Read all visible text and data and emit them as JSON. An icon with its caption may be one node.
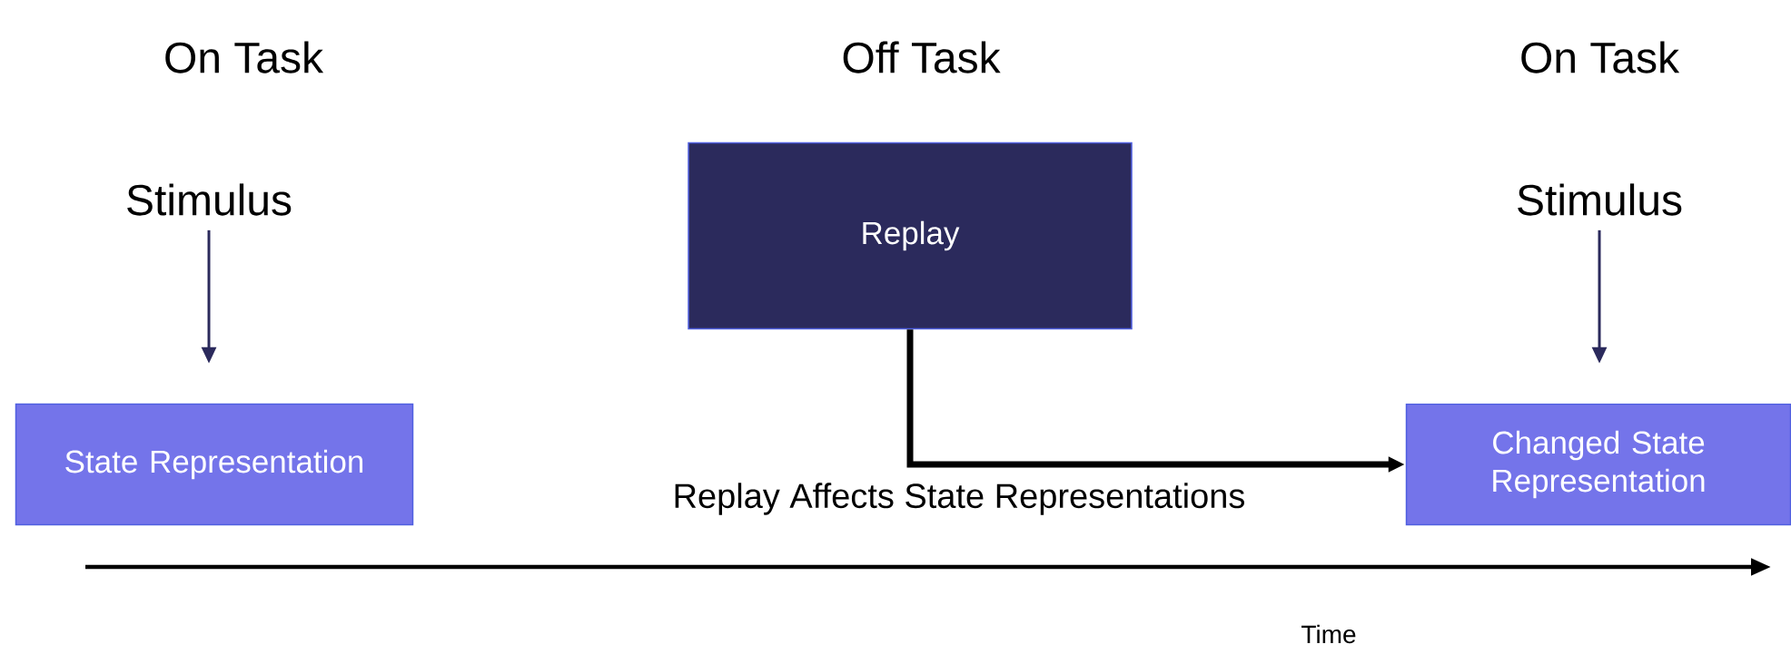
{
  "diagram": {
    "nodes": [
      {
        "text": [
          "Stimulus"
        ]
      },
      {
        "text": [
          "State Representation"
        ]
      },
      {
        "text": [
          "Replay"
        ]
      },
      {
        "text": [
          "Stimulus"
        ]
      },
      {
        "text": [
          "Changed State Representation"
        ]
      }
    ],
    "edges": [
      {
        "from": 0,
        "to": 1,
        "arrow": "to"
      },
      {
        "from": 3,
        "to": 4,
        "arrow": "to"
      },
      {
        "from": 2,
        "to": 4,
        "arrow": "to",
        "label": "Replay Affects State Representations",
        "style": "thick",
        "color": "#000000"
      }
    ],
    "labels": [
      "On Task",
      "Off Task",
      "On Task",
      "Time"
    ]
  }
}
